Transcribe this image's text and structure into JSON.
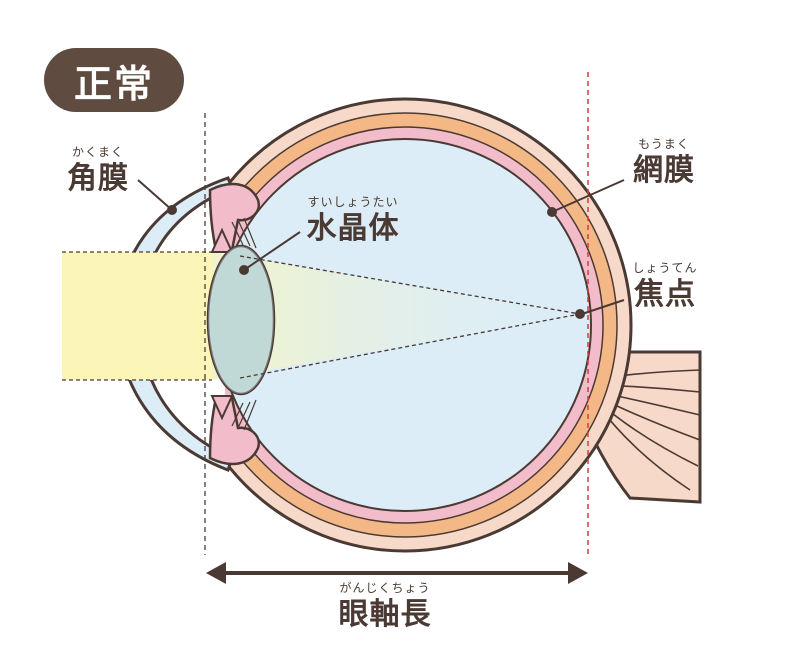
{
  "badge": {
    "label": "正常"
  },
  "labels": {
    "cornea": {
      "ruby": "かくまく",
      "text": "角膜"
    },
    "lens": {
      "ruby": "すいしょうたい",
      "text": "水晶体"
    },
    "retina": {
      "ruby": "もうまく",
      "text": "網膜"
    },
    "focus": {
      "ruby": "しょうてん",
      "text": "焦点"
    },
    "axial": {
      "ruby": "がんじくちょう",
      "text": "眼軸長"
    }
  },
  "colors": {
    "outline": "#4a3a33",
    "sclera": "#f6d9c9",
    "choroid": "#f4b887",
    "retina_layer": "#f3bccb",
    "vitreous": "#dcedf8",
    "cornea": "#dcedf8",
    "light_beam": "#fbf6b8",
    "lens": "#b9d2c8",
    "marker_line": "#d33c3c",
    "badge_bg": "#5f4b3f"
  }
}
